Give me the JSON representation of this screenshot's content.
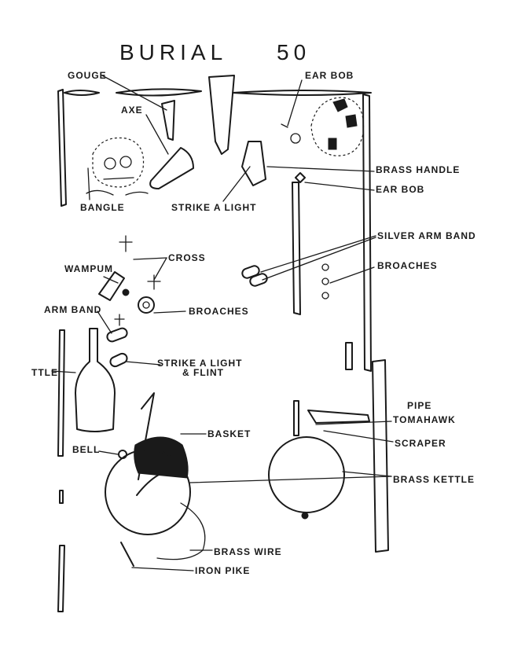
{
  "title": "BURIAL",
  "number": "50",
  "labels": {
    "gouge": "GOUGE",
    "axe": "AXE",
    "ear_bob_top": "EAR BOB",
    "brass_handle": "BRASS HANDLE",
    "ear_bob_right": "EAR BOB",
    "bangle": "BANGLE",
    "strike_a_light": "STRIKE A LIGHT",
    "silver_arm_band": "SILVER ARM BAND",
    "cross": "CROSS",
    "wampum": "WAMPUM",
    "broaches_right": "BROACHES",
    "arm_band": "ARM BAND",
    "broaches_left": "BROACHES",
    "strike_a_light_flint_1": "STRIKE A LIGHT",
    "strike_a_light_flint_2": "& FLINT",
    "bottle_partial": "TTLE",
    "pipe": "PIPE",
    "tomahawk": "TOMAHAWK",
    "basket": "BASKET",
    "scraper": "SCRAPER",
    "bell": "BELL",
    "brass_kettle": "BRASS KETTLE",
    "brass_wire": "BRASS WIRE",
    "iron_pike": "IRON PIKE"
  }
}
